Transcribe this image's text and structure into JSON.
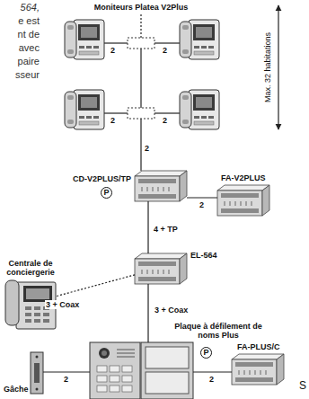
{
  "diagram": {
    "nodes": [
      {
        "text": [
          "CD-V2PLUS/TP"
        ]
      },
      {
        "text": [
          "FA-V2PLUS"
        ]
      },
      {
        "text": [
          "EL-564"
        ]
      },
      {
        "text": [
          "Centrale de conciergerie"
        ]
      },
      {
        "text": [
          "Plaque à défilement de noms Plus"
        ]
      },
      {
        "text": [
          "FA-PLUS/C"
        ]
      },
      {
        "text": [
          "Gâche"
        ]
      }
    ],
    "edges": [
      {
        "from": 0,
        "to": 1,
        "arrow": "none",
        "label": "2"
      },
      {
        "from": 0,
        "to": 2,
        "arrow": "none",
        "label": "4 + TP"
      },
      {
        "from": 2,
        "to": 3,
        "arrow": "none",
        "label": "3 + Coax"
      },
      {
        "from": 2,
        "to": 4,
        "arrow": "none",
        "label": "3 + Coax"
      },
      {
        "from": 4,
        "to": 5,
        "arrow": "none",
        "label": "2"
      },
      {
        "from": 4,
        "to": 6,
        "arrow": "none",
        "label": "2"
      }
    ],
    "labels": [
      "564,",
      "e est",
      "nt de",
      "avec",
      "paire",
      "sseur",
      "Moniteurs Platea V2Plus",
      "Max. 32 habitations",
      "2",
      "2",
      "2",
      "2",
      "2",
      "P",
      "P",
      "S"
    ]
  }
}
